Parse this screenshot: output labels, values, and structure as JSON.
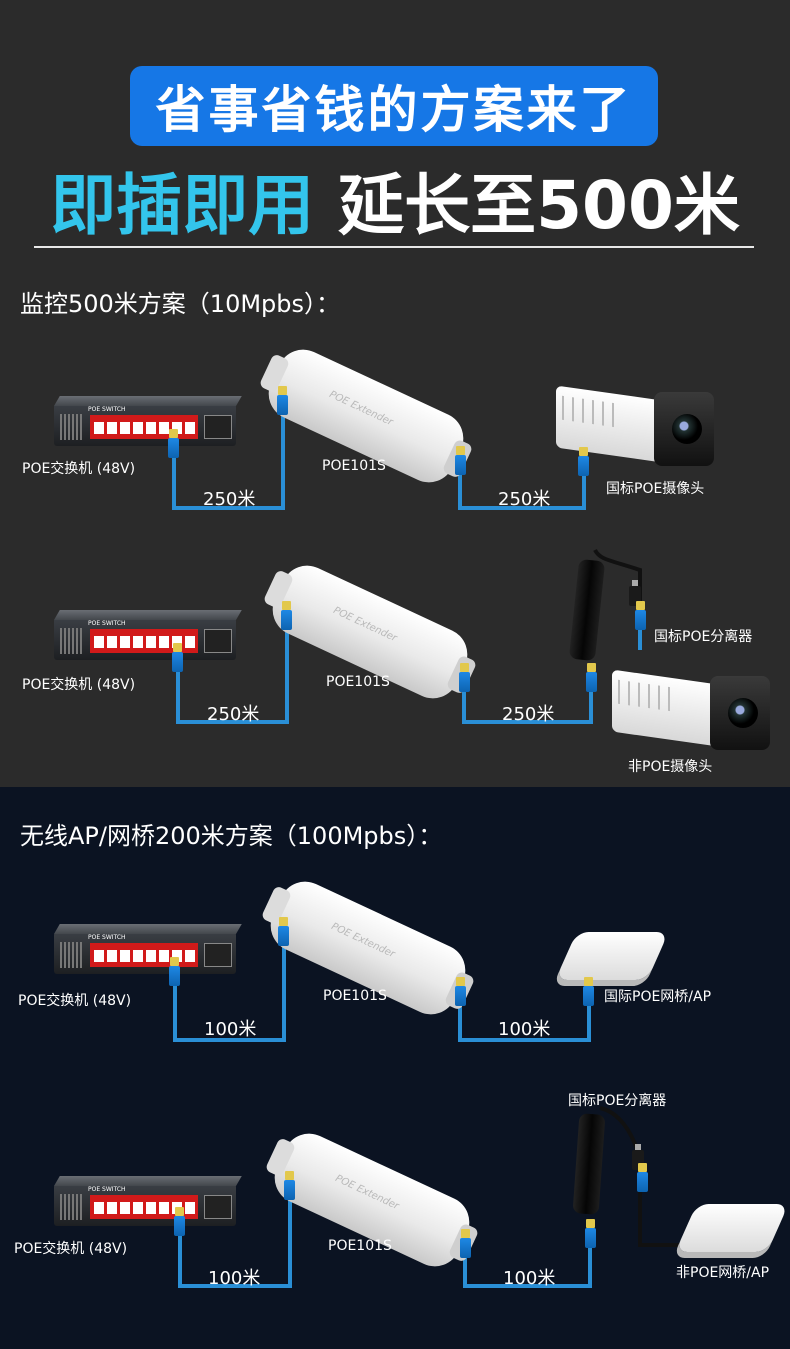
{
  "banner": "省事省钱的方案来了",
  "headline_a": "即插即用",
  "headline_b": "延长至500米",
  "section1_title": "监控500米方案（10Mpbs）：",
  "section2_title": "无线AP/网桥200米方案（100Mpbs）：",
  "switch_label": "POE交换机 (48V)",
  "switch_brand": "POE SWITCH",
  "extender_label": "POE101S",
  "extender_brand": "POE Extender",
  "d250": "250米",
  "d100": "100米",
  "poe_camera": "国标POE摄像头",
  "poe_splitter": "国标POE分离器",
  "non_poe_camera": "非POE摄像头",
  "poe_bridge": "国际POE网桥/AP",
  "non_poe_bridge": "非POE网桥/AP",
  "colors": {
    "banner": "#1677e6",
    "accent": "#33c5ec",
    "cable": "#2a8fd6",
    "top_bg": "#2b2b2b",
    "bottom_bg": "#0b1322"
  }
}
